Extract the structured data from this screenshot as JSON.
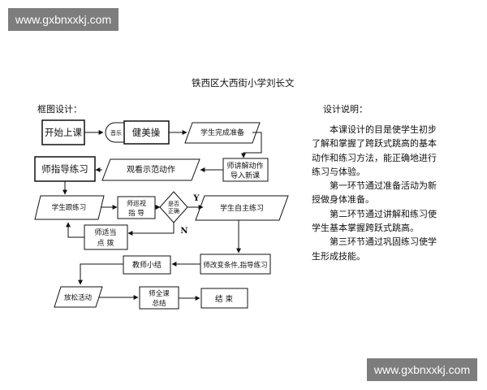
{
  "watermark": "www.gxbnxxkj.com",
  "title": "铁西区大西街小学刘长文",
  "left_label": "框图设计：",
  "right_label": "设计说明：",
  "description": [
    "本课设计的目是使学生初步了解和掌握了跨跃式跳高的基本动作和练习方法，能正确地进行练习与体验。",
    "第一环节通过准备活动为新授做身体准备。",
    "第二环节通过讲解和练习使学生基本掌握跨跃式跳高。",
    "第三环节通过巩固练习使学生形成技能。"
  ],
  "flow": {
    "start": "开始上课",
    "music": "音乐",
    "aerobics": "健美操",
    "prep": "学生完成准备",
    "explain_1": "师讲解动作",
    "explain_2": "导入新课",
    "watch": "观看示范动作",
    "guide_practice": "师指导练习",
    "student_practice": "学生跟练习",
    "tour_1": "师巡视",
    "tour_2": "指 导",
    "judge_1": "是否",
    "judge_2": "正确",
    "yes": "Y",
    "no": "N",
    "self_practice": "学生自主练习",
    "point_1": "师适当",
    "point_2": "点 拨",
    "change": "师改变条件,指导练习",
    "summary": "教师小结",
    "relax": "放松活动",
    "final_1": "师全课",
    "final_2": "总结",
    "end": "结  束"
  }
}
